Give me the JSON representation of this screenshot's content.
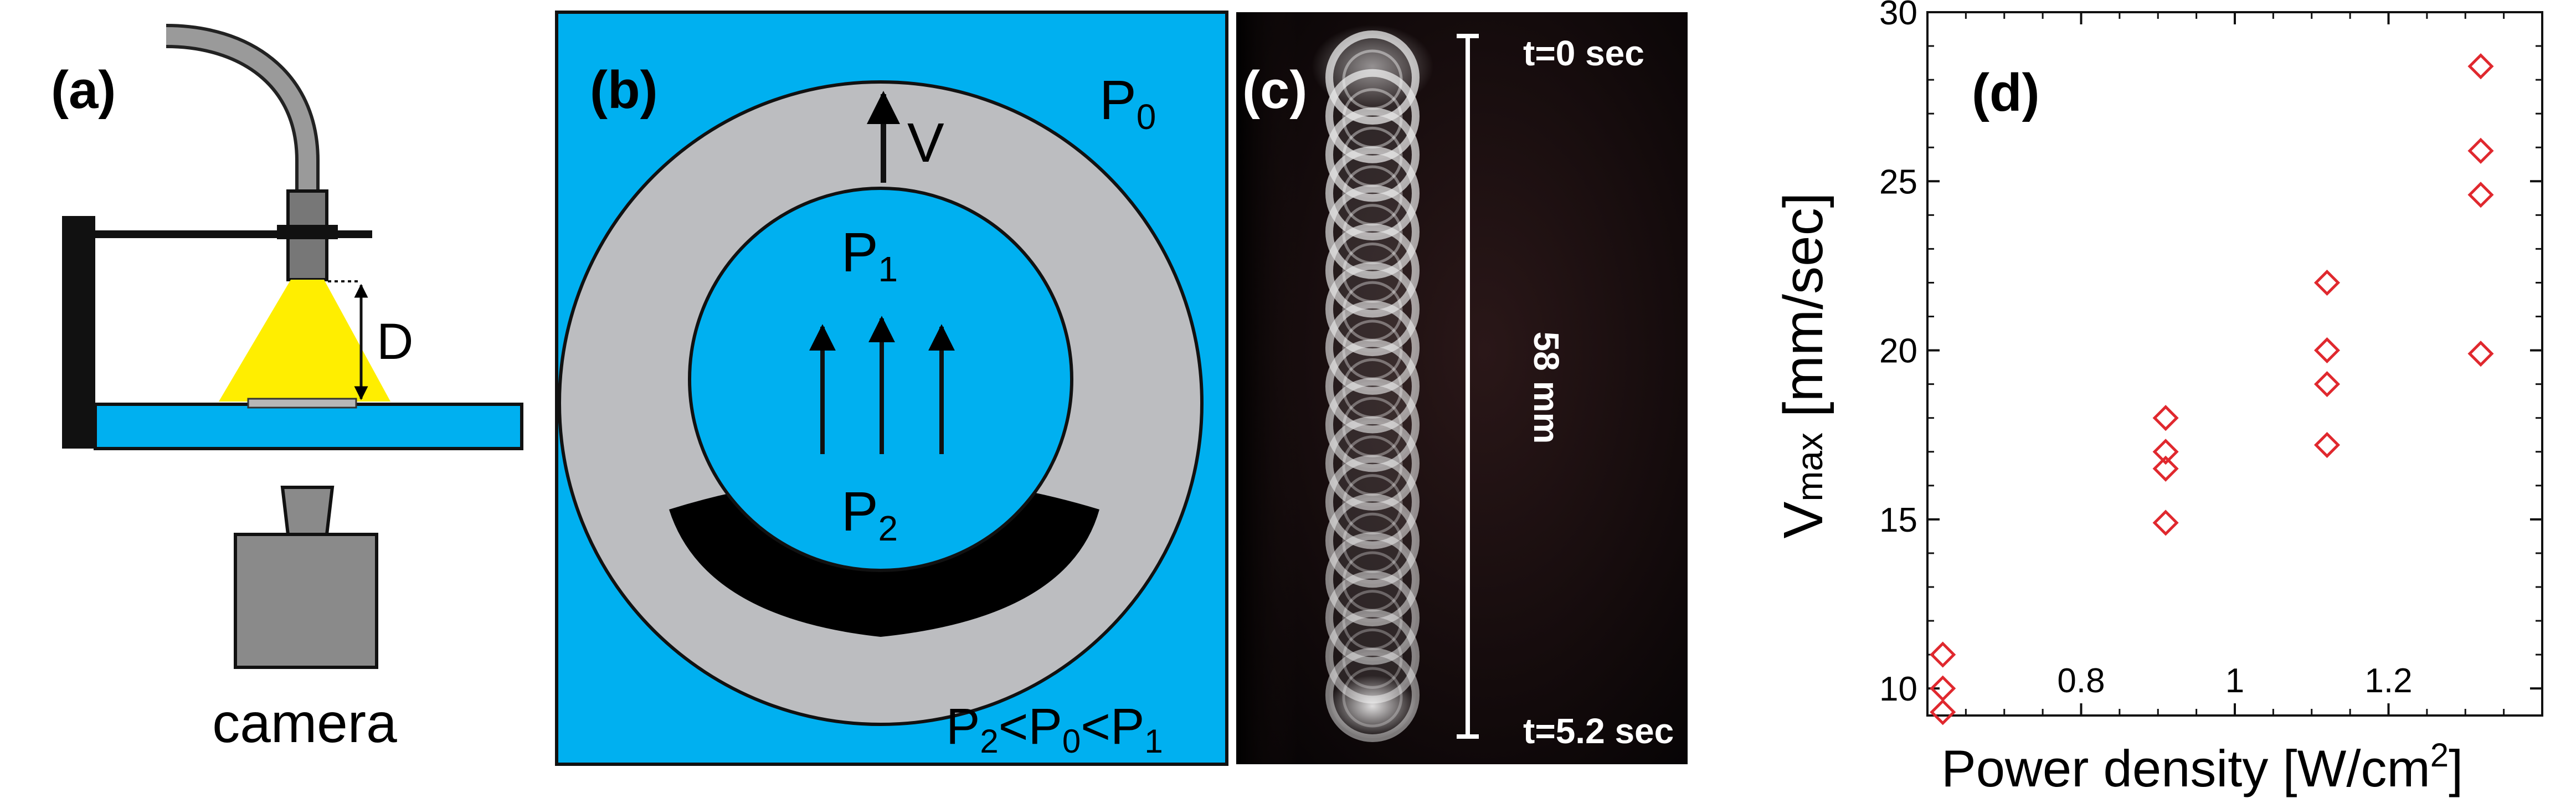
{
  "panel_a": {
    "label": "(a)",
    "distance_label": "D",
    "camera_label": "camera"
  },
  "panel_b": {
    "label": "(b)",
    "p0": "P",
    "p0_sub": "0",
    "p1": "P",
    "p1_sub": "1",
    "p2": "P",
    "p2_sub": "2",
    "velocity": "V",
    "relation_parts": [
      "P",
      "2",
      "<P",
      "0",
      "<P",
      "1"
    ]
  },
  "panel_c": {
    "label": "(c)",
    "t_start": "t=0 sec",
    "t_end": "t=5.2 sec",
    "distance": "58 mm"
  },
  "panel_d": {
    "label": "(d)",
    "ylabel_main": "V",
    "ylabel_sub": "max",
    "ylabel_rest": " [mm/sec]",
    "xlabel_main": "Power density [W/cm",
    "xlabel_sup": "2",
    "xlabel_end": "]",
    "marker_color": "#e0282e"
  },
  "chart_data": {
    "type": "scatter",
    "xlabel": "Power density [W/cm2]",
    "ylabel": "Vmax [mm/sec]",
    "xlim": [
      0.6,
      1.4
    ],
    "ylim": [
      9.2,
      30
    ],
    "x_ticks": [
      0.8,
      1,
      1.2
    ],
    "x_tick_labels": [
      "0.8",
      "1",
      "1.2"
    ],
    "y_ticks": [
      10,
      15,
      20,
      25,
      30
    ],
    "y_tick_labels": [
      "10",
      "15",
      "20",
      "25",
      "30"
    ],
    "marker": "open-diamond",
    "grid": false,
    "points": [
      {
        "x": 0.62,
        "y": 11.0
      },
      {
        "x": 0.62,
        "y": 10.0
      },
      {
        "x": 0.62,
        "y": 9.3
      },
      {
        "x": 0.91,
        "y": 18.0
      },
      {
        "x": 0.91,
        "y": 17.0
      },
      {
        "x": 0.91,
        "y": 16.5
      },
      {
        "x": 0.91,
        "y": 14.9
      },
      {
        "x": 1.12,
        "y": 22.0
      },
      {
        "x": 1.12,
        "y": 20.0
      },
      {
        "x": 1.12,
        "y": 19.0
      },
      {
        "x": 1.12,
        "y": 17.2
      },
      {
        "x": 1.32,
        "y": 28.4
      },
      {
        "x": 1.32,
        "y": 25.9
      },
      {
        "x": 1.32,
        "y": 24.6
      },
      {
        "x": 1.32,
        "y": 19.9
      }
    ]
  }
}
